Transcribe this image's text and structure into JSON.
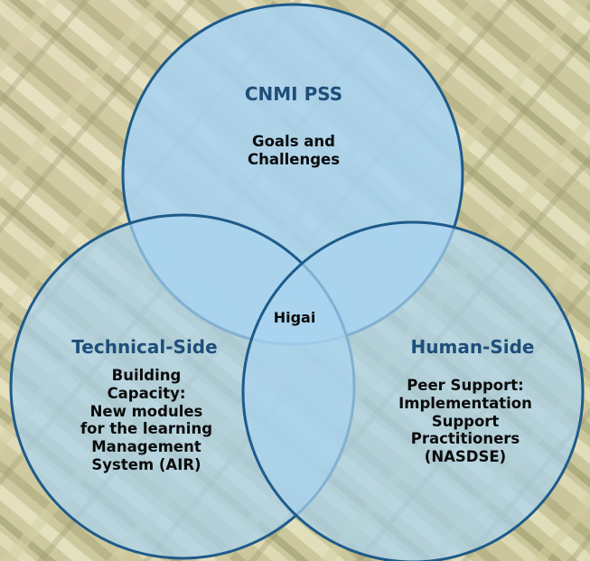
{
  "diagram": {
    "top_circle": {
      "title": "CNMI PSS",
      "body": "Goals and\nChallenges"
    },
    "left_circle": {
      "title": "Technical-Side",
      "body": "Building\nCapacity:\nNew modules\nfor the learning\nManagement\nSystem (AIR)"
    },
    "right_circle": {
      "title": "Human-Side",
      "body": "Peer Support:\nImplementation\nSupport\nPractitioners\n(NASDSE)"
    },
    "center_label": "Higai"
  },
  "colors": {
    "circle_fill": "#a9d3ef",
    "circle_stroke": "#1e5b8a",
    "title_text": "#1e4e79",
    "background": "#cfcaa6"
  }
}
